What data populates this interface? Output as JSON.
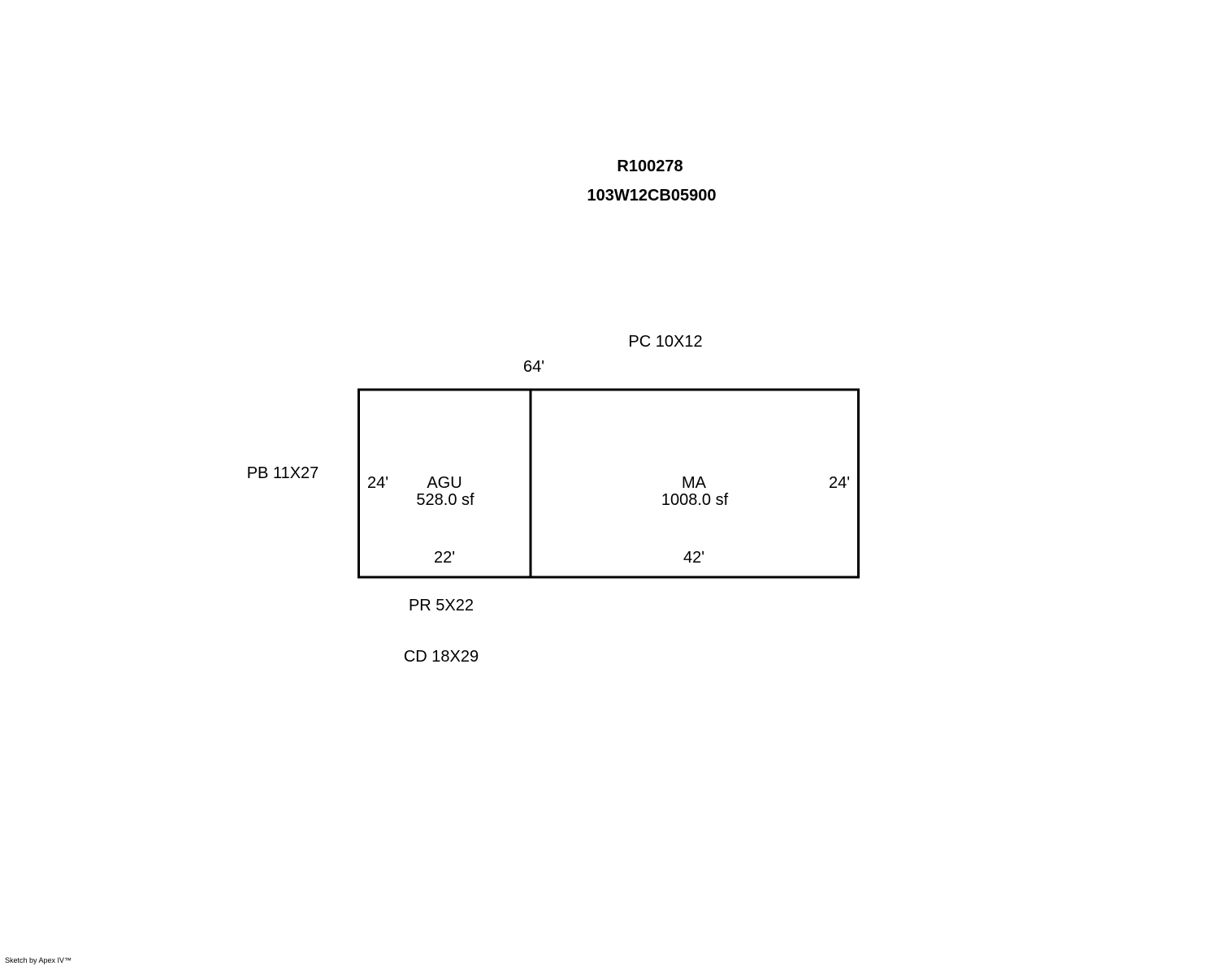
{
  "header": {
    "parcel_id": "R100278",
    "map_tax_lot": "103W12CB05900"
  },
  "labels": {
    "pc": "PC 10X12",
    "pb": "PB 11X27",
    "pr": "PR 5X22",
    "cd": "CD 18X29"
  },
  "dimensions": {
    "top_width": "64'",
    "left_height": "24'",
    "right_height": "24'",
    "agu_width": "22'",
    "ma_width": "42'"
  },
  "areas": {
    "agu": {
      "code": "AGU",
      "area": "528.0 sf"
    },
    "ma": {
      "code": "MA",
      "area": "1008.0 sf"
    }
  },
  "footer": {
    "credit": "Sketch by Apex IV™"
  },
  "colors": {
    "line": "#000000",
    "background": "#ffffff"
  }
}
